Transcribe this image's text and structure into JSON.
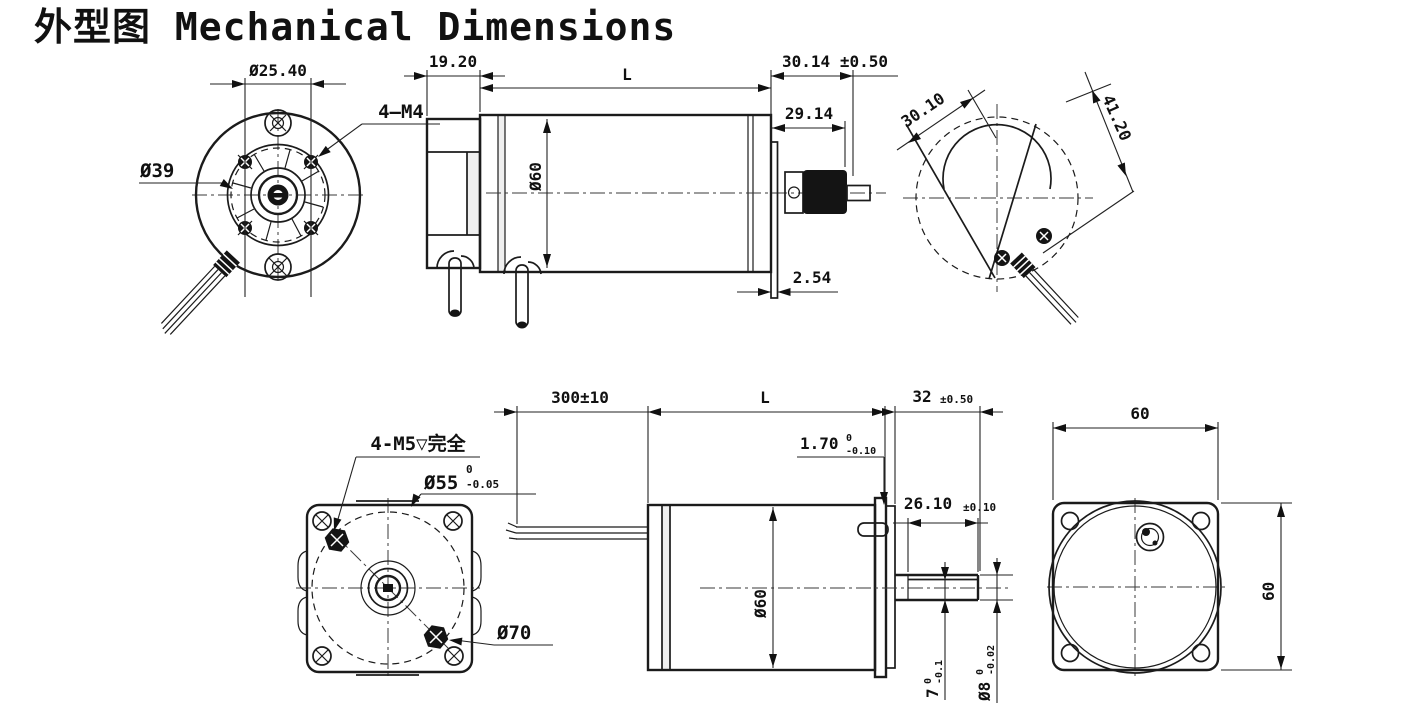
{
  "title": "外型图 Mechanical Dimensions",
  "front_view": {
    "bolt_circle_dia": "Ø25.40",
    "body_dia": "Ø39",
    "mount_holes": "4—M4"
  },
  "side_view": {
    "rear_cap_len": "19.20",
    "body_len": "L",
    "front_assembly_len": "30.14 ±0.50",
    "gear_len": "29.14",
    "body_dia": "Ø60",
    "plate_thickness": "2.54"
  },
  "rear_view": {
    "cut_width": "30.10",
    "cut_length": "41.20"
  },
  "flange_view": {
    "mount_holes": "4-M5▽完全",
    "pilot_dia": "Ø55",
    "pilot_tol_upper": "0",
    "pilot_tol_lower": "-0.05",
    "bolt_circle_dia": "Ø70"
  },
  "gear_side_view": {
    "wire_len": "300±10",
    "body_len": "L",
    "front_len": "32",
    "front_tol": "±0.50",
    "boss_height": "1.70",
    "boss_tol_upper": "0",
    "boss_tol_lower": "-0.10",
    "shaft_len": "26.10",
    "shaft_len_tol": "±0.10",
    "flat_width": "7",
    "flat_tol_upper": "0",
    "flat_tol_lower": "-0.1",
    "shaft_dia": "Ø8",
    "shaft_dia_tol_upper": "0",
    "shaft_dia_tol_lower": "-0.02",
    "body_dia": "Ø60"
  },
  "gear_rear_view": {
    "width": "60",
    "height": "60"
  }
}
